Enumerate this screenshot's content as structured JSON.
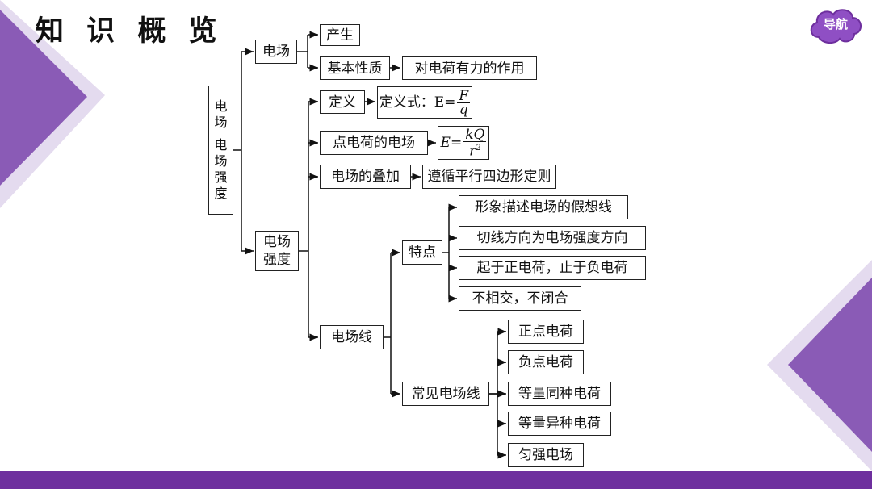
{
  "header": {
    "title": "知 识 概 览",
    "nav_label": "导航"
  },
  "diagram": {
    "root_line1": "电",
    "root_line2": "场",
    "root_line3": "电",
    "root_line4": "场",
    "root_line5": "强",
    "root_line6": "度",
    "field": "电场",
    "produce": "产生",
    "basic_property": "基本性质",
    "force_on_charge": "对电荷有力的作用",
    "strength_line1": "电场",
    "strength_line2": "强度",
    "definition": "定义",
    "def_formula_prefix": "定义式：E=",
    "def_formula_num": "F",
    "def_formula_den": "q",
    "point_charge_field": "点电荷的电场",
    "point_formula_prefix": "E=",
    "point_formula_num": "kQ",
    "point_formula_den": "r",
    "point_formula_exp": "2",
    "superposition": "电场的叠加",
    "parallelogram_rule": "遵循平行四边形定则",
    "field_lines": "电场线",
    "features": "特点",
    "feature_1": "形象描述电场的假想线",
    "feature_2": "切线方向为电场强度方向",
    "feature_3": "起于正电荷，止于负电荷",
    "feature_4": "不相交，不闭合",
    "common_lines": "常见电场线",
    "common_1": "正点电荷",
    "common_2": "负点电荷",
    "common_3": "等量同种电荷",
    "common_4": "等量异种电荷",
    "common_5": "匀强电场"
  }
}
